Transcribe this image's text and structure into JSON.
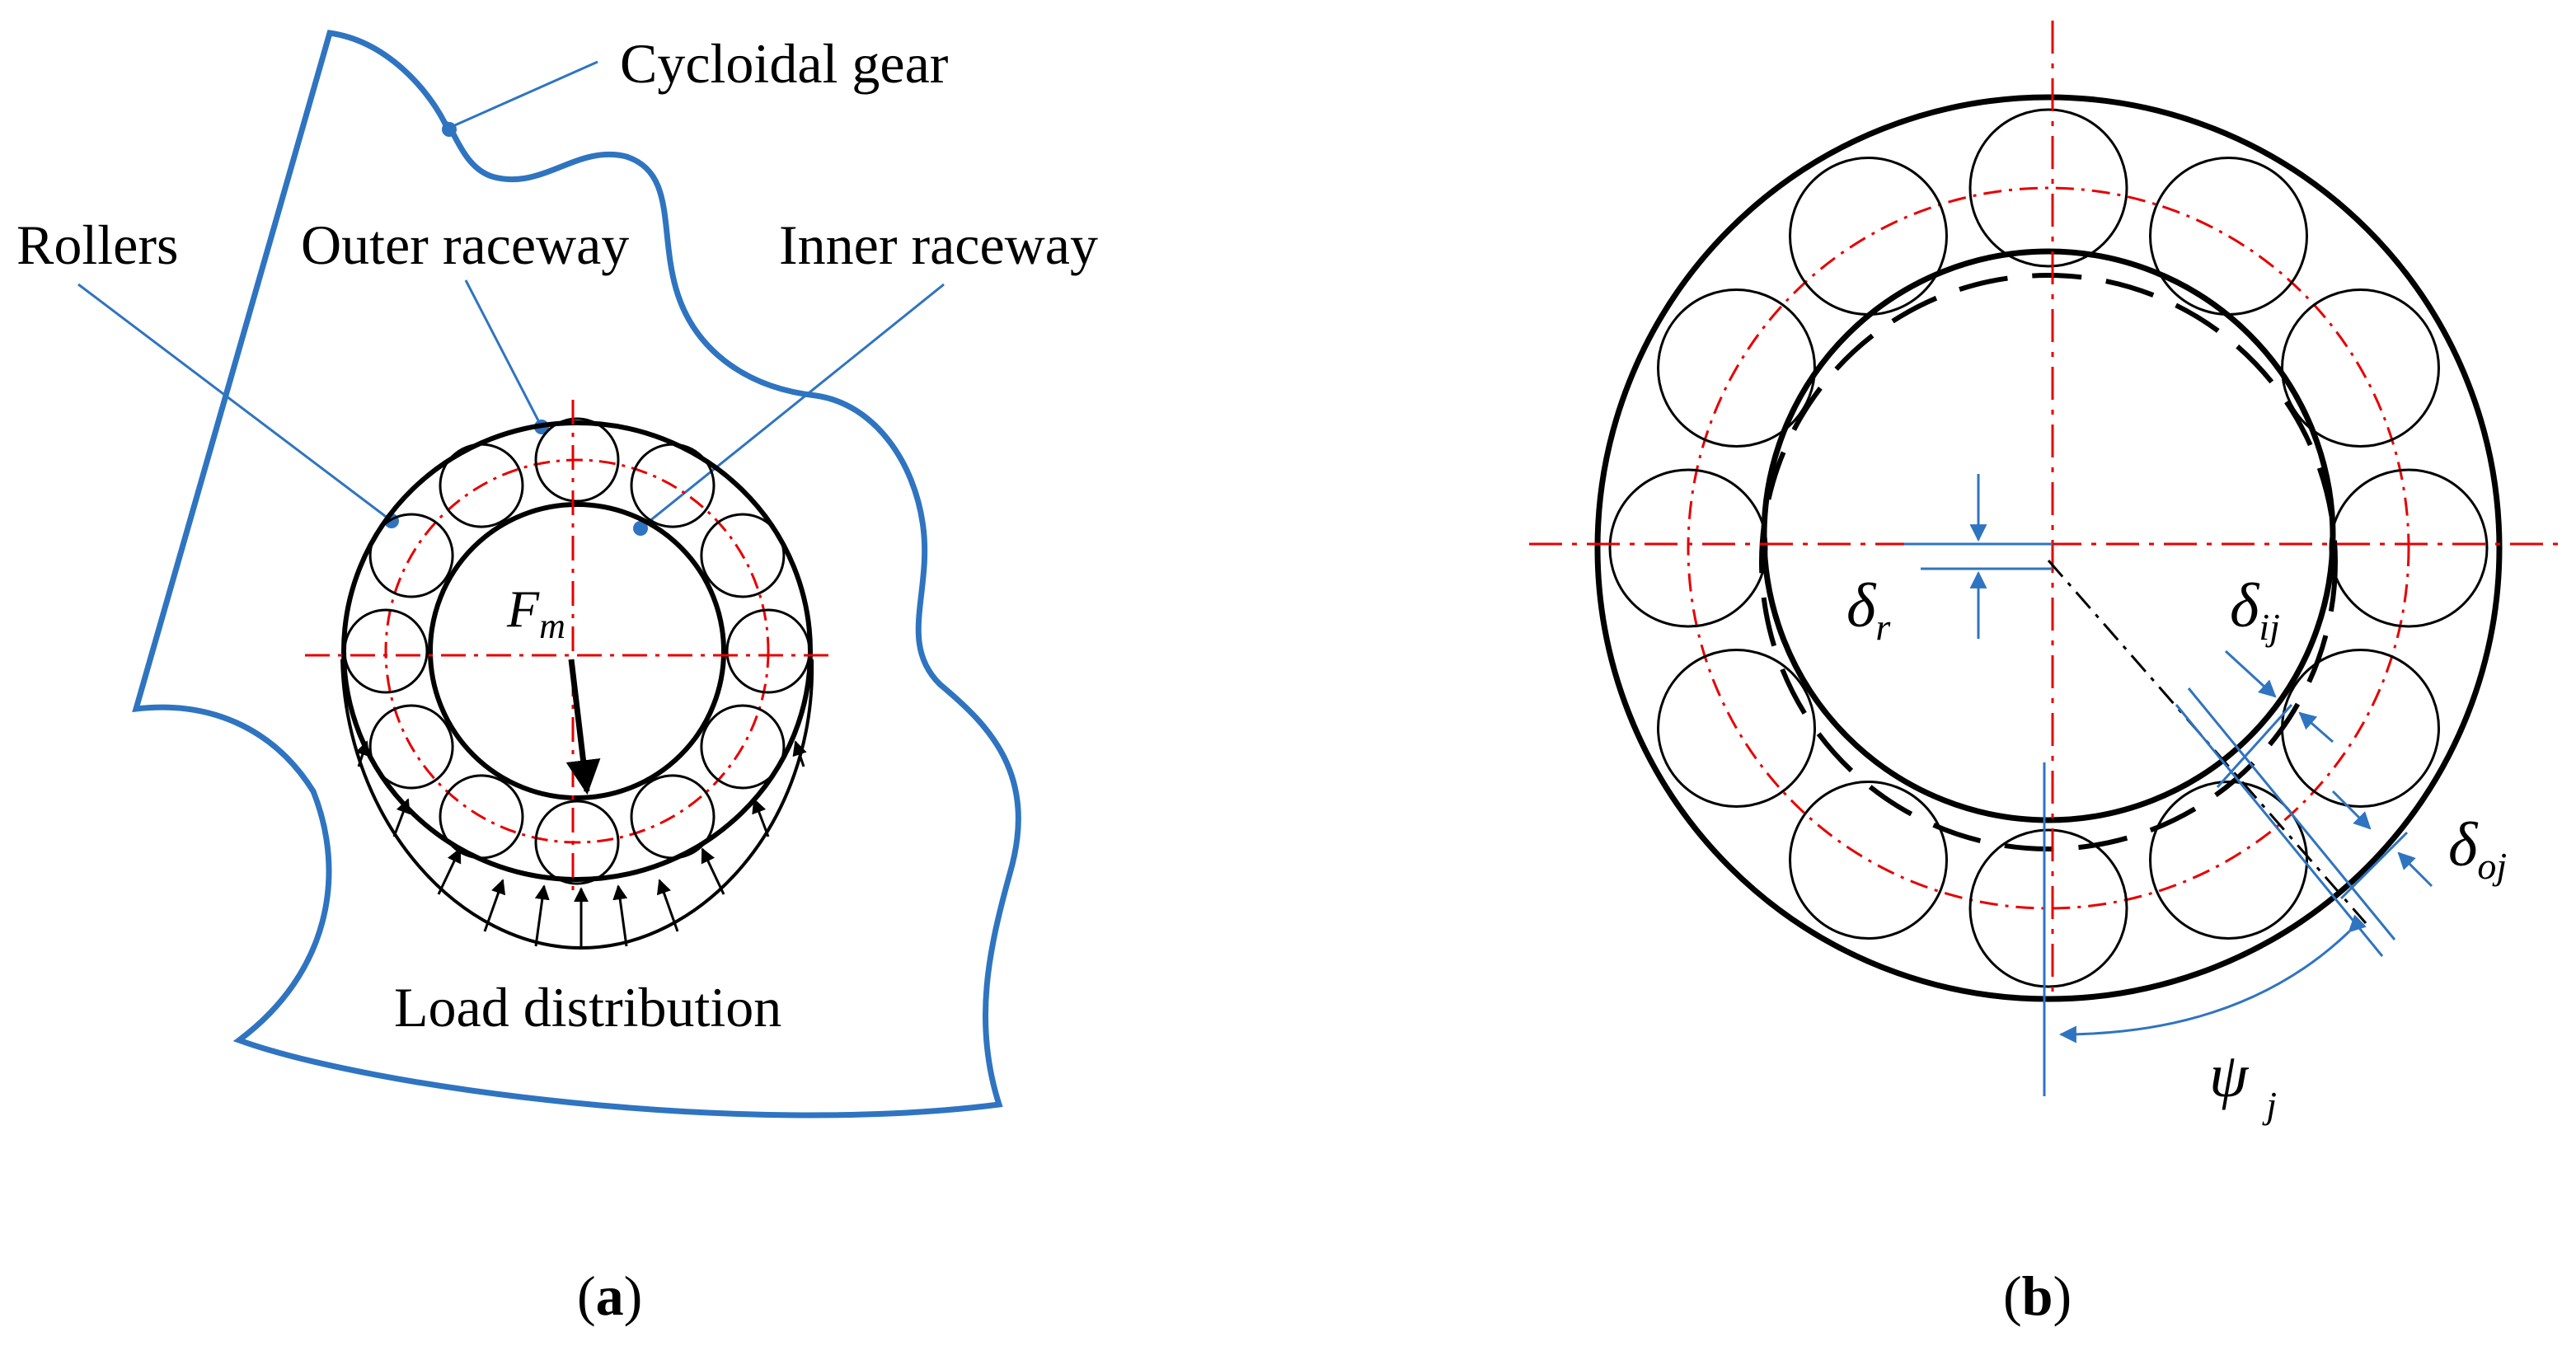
{
  "panel_a": {
    "caption_open": "(",
    "caption_letter": "a",
    "caption_close": ")",
    "labels": {
      "cycloidal_gear": "Cycloidal gear",
      "rollers": "Rollers",
      "outer_raceway": "Outer raceway",
      "inner_raceway": "Inner raceway",
      "load_distribution": "Load distribution",
      "force_symbol": "F",
      "force_subscript": "m"
    }
  },
  "panel_b": {
    "caption_open": "(",
    "caption_letter": "b",
    "caption_close": ")",
    "labels": {
      "delta": "δ",
      "sub_r": "r",
      "sub_ij": "ij",
      "sub_oj": "oj",
      "psi": "ψ",
      "sub_j": "j"
    }
  },
  "colors": {
    "outline_blue": "#2f74c0",
    "centerline_red": "#e60000",
    "ink": "#000000"
  }
}
